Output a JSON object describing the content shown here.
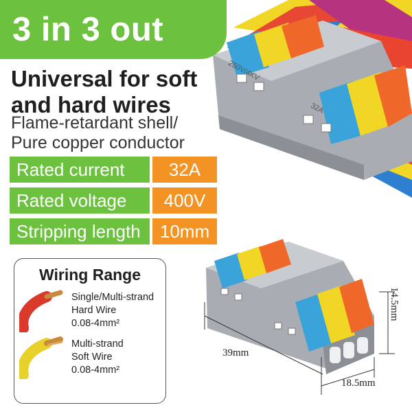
{
  "banner": {
    "title": "3 in 3 out"
  },
  "headline": {
    "line1": "Universal for soft",
    "line2": "and hard wires"
  },
  "subline": {
    "line1": "Flame-retardant shell/",
    "line2": "Pure copper conductor"
  },
  "specs": [
    {
      "label": "Rated current",
      "value": "32A"
    },
    {
      "label": "Rated voltage",
      "value": "400V"
    },
    {
      "label": "Stripping length",
      "value": "10mm"
    }
  ],
  "wiring": {
    "title": "Wiring Range",
    "items": [
      {
        "lines": [
          "Single/Multi-strand",
          "Hard Wire",
          "0.08-4mm²"
        ],
        "wire_color": "#d93a2b"
      },
      {
        "lines": [
          "Multi-strand",
          "Soft Wire",
          "0.08-4mm²"
        ],
        "wire_color": "#e8d12a"
      }
    ]
  },
  "product_marks": {
    "voltage": "250V/4KV",
    "current": "32A"
  },
  "dimensions": {
    "length": "39mm",
    "width": "18.5mm",
    "height": "14.5mm"
  },
  "colors": {
    "green": "#6cc13f",
    "orange": "#f39323",
    "shell_gray": "#a9adb3",
    "lever_blue": "#3aa3d9",
    "lever_yellow": "#f2d626",
    "lever_orange": "#f0672a"
  }
}
